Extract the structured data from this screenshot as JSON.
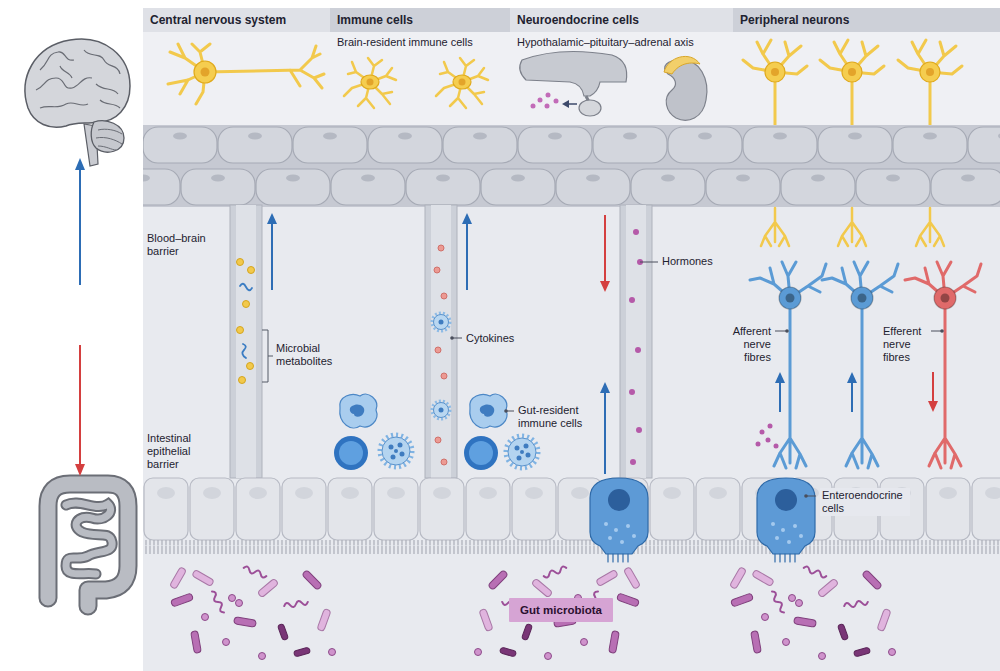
{
  "diagram": {
    "nodes": [
      {
        "text": [
          "Central nervous system"
        ]
      },
      {
        "text": [
          "Immune cells",
          "Brain-resident immune cells"
        ]
      },
      {
        "text": [
          "Neuroendocrine cells",
          "Hypothalamic–pituitary–adrenal axis"
        ]
      },
      {
        "text": [
          "Peripheral neurons"
        ]
      },
      {
        "text": [
          "Gut microbiota"
        ]
      }
    ],
    "labels": [
      "Blood–brain barrier",
      "Microbial metabolites",
      "Cytokines",
      "Hormones",
      "Gut-resident immune cells",
      "Afferent nerve fibres",
      "Efferent nerve fibres",
      "Enteroendocrine cells",
      "Intestinal epithelial barrier"
    ]
  }
}
